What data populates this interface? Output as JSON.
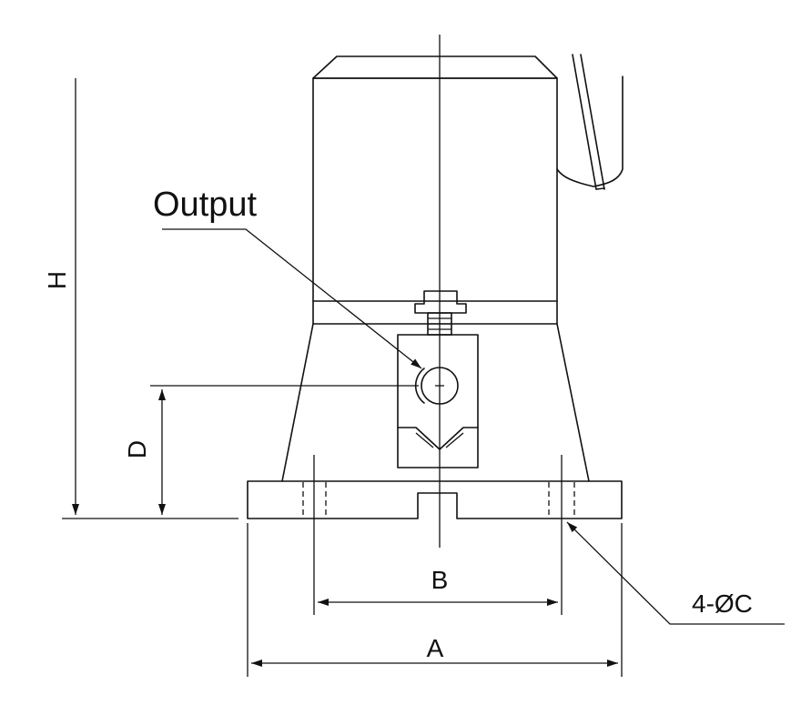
{
  "labels": {
    "output": "Output",
    "dim_h": "H",
    "dim_d": "D",
    "dim_b": "B",
    "dim_a": "A",
    "hole_spec": "4-ØC"
  },
  "colors": {
    "line": "#111111",
    "background": "#ffffff"
  }
}
